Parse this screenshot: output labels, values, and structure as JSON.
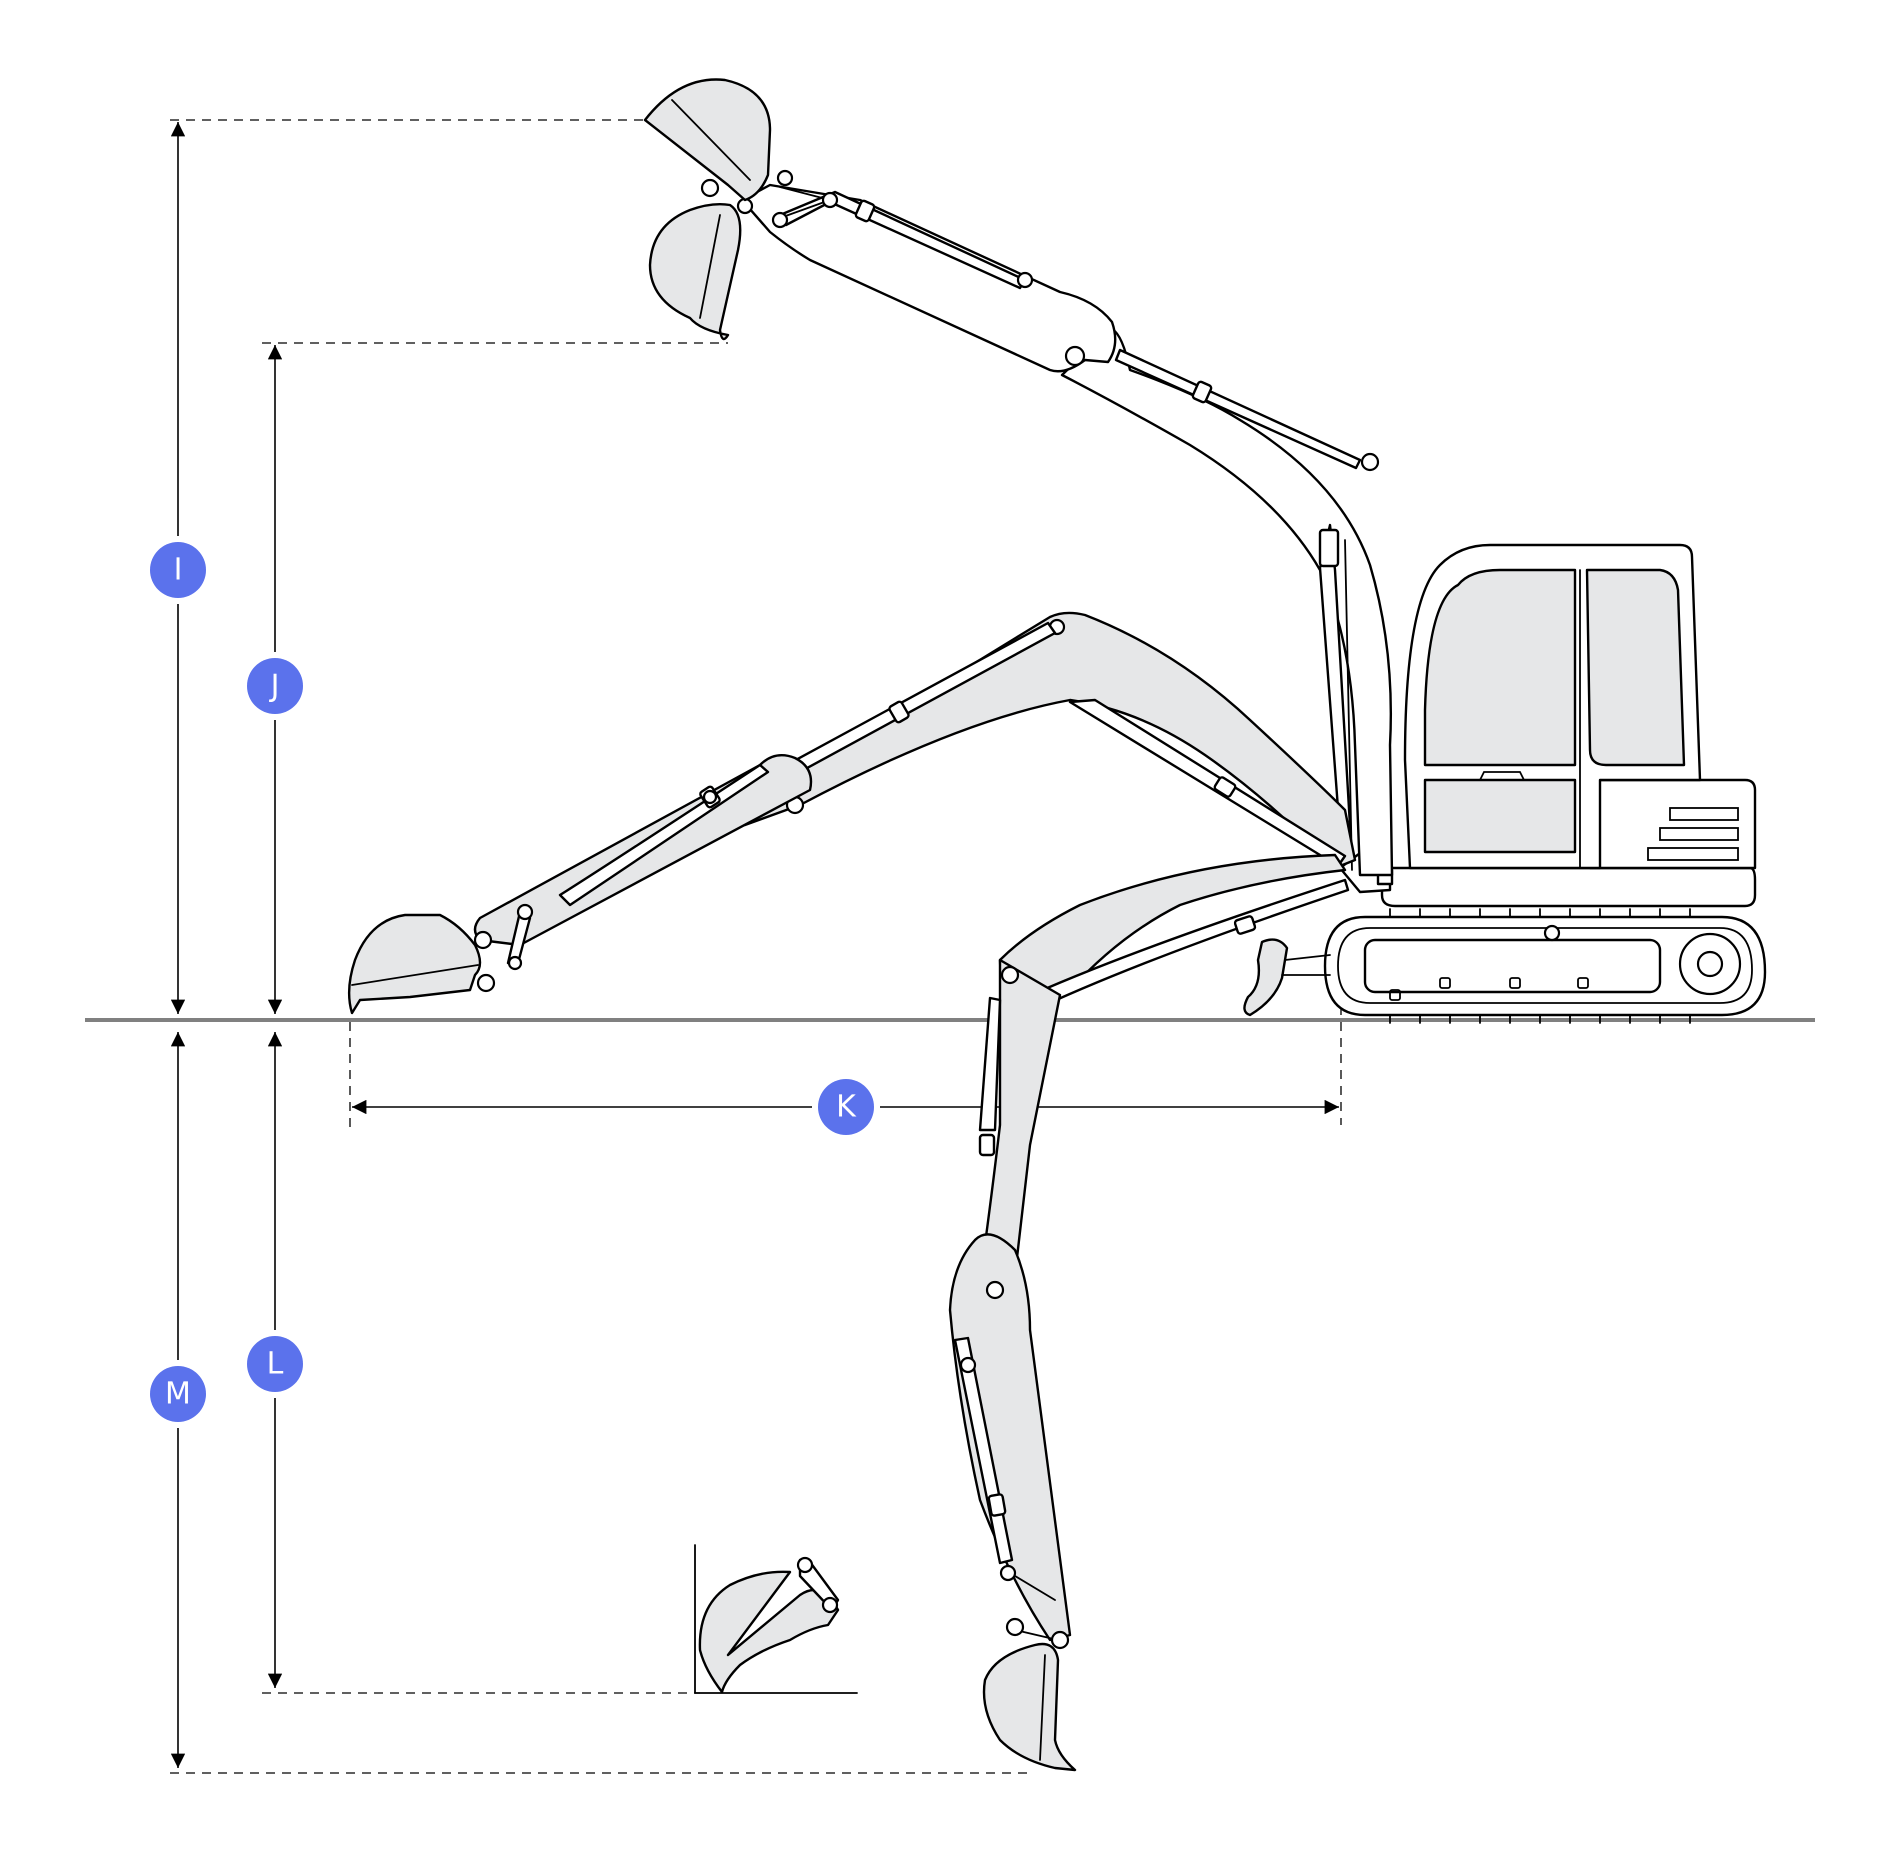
{
  "diagram": {
    "subject": "mini-excavator-working-range",
    "labels": {
      "I": "I",
      "J": "J",
      "K": "K",
      "L": "L",
      "M": "M"
    },
    "colors": {
      "badge": "#5b72ec",
      "ground": "#808080",
      "part_fill": "#e6e7e8",
      "stroke": "#000000"
    }
  }
}
